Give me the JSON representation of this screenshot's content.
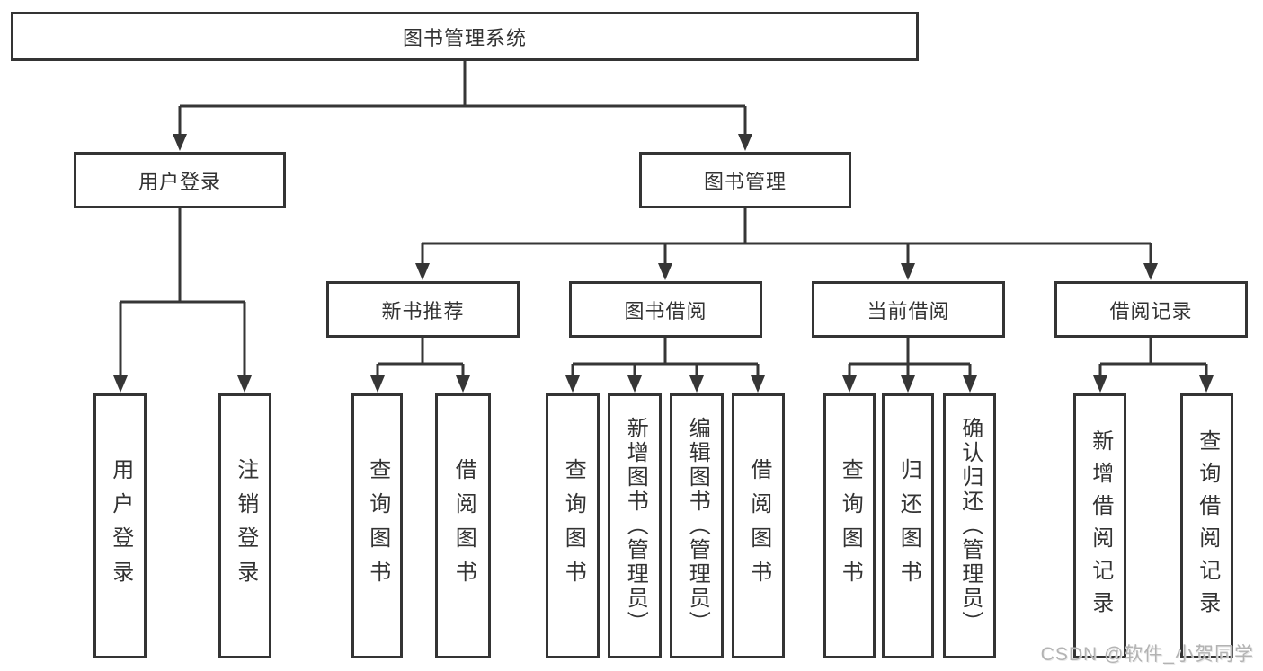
{
  "tree": {
    "label": "图书管理系统",
    "children": [
      {
        "label": "用户登录",
        "children": [
          {
            "label": "用户登录"
          },
          {
            "label": "注销登录"
          }
        ]
      },
      {
        "label": "图书管理",
        "children": [
          {
            "label": "新书推荐",
            "children": [
              {
                "label": "查询图书"
              },
              {
                "label": "借阅图书"
              }
            ]
          },
          {
            "label": "图书借阅",
            "children": [
              {
                "label": "查询图书"
              },
              {
                "label": "新增图书（管理员）"
              },
              {
                "label": "编辑图书（管理员）"
              },
              {
                "label": "借阅图书"
              }
            ]
          },
          {
            "label": "当前借阅",
            "children": [
              {
                "label": "查询图书"
              },
              {
                "label": "归还图书"
              },
              {
                "label": "确认归还（管理员）"
              }
            ]
          },
          {
            "label": "借阅记录",
            "children": [
              {
                "label": "新增借阅记录"
              },
              {
                "label": "查询借阅记录"
              }
            ]
          }
        ]
      }
    ]
  },
  "watermark": {
    "text": "CSDN @软件_小贺同学"
  },
  "colors": {
    "line": "#363636",
    "box_border": "#343434",
    "text": "#333333",
    "watermark": "#b3b3b3",
    "background": "#ffffff"
  }
}
